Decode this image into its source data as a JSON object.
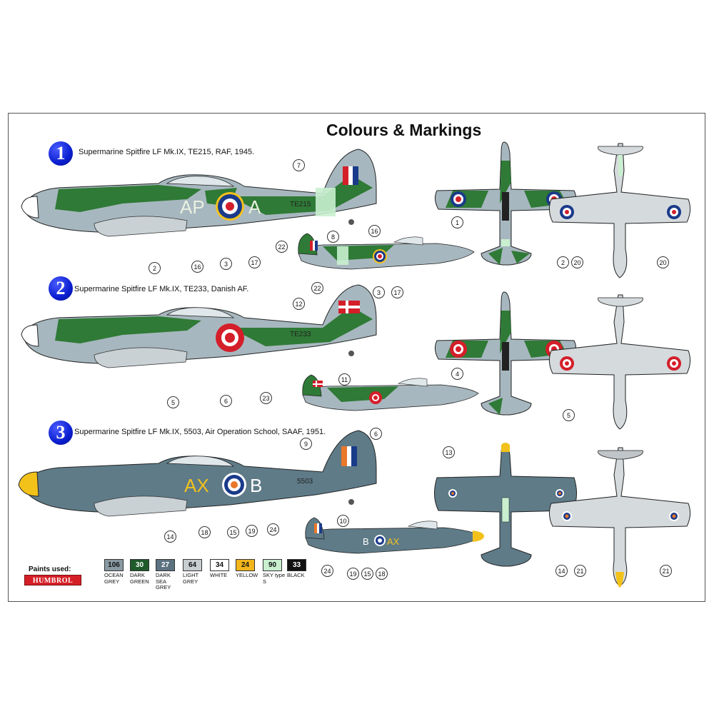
{
  "title": "Colours & Markings",
  "profiles": [
    {
      "number": "1",
      "caption": "Supermarine Spitfire LF Mk.IX, TE215, RAF, 1945.",
      "codes": "AP",
      "code_end": "A",
      "serial": "TE215"
    },
    {
      "number": "2",
      "caption": "Supermarine Spitfire LF Mk.IX, TE233, Danish AF.",
      "serial": "TE233"
    },
    {
      "number": "3",
      "caption": "Supermarine Spitfire LF Mk.IX, 5503, Air Operation School, SAAF, 1951.",
      "codes": "AX",
      "code_end": "B",
      "serial": "5503",
      "small_codes": "B",
      "small_code_end": "AX"
    }
  ],
  "callouts": {
    "c1": "1",
    "c2": "2",
    "c3": "3",
    "c4": "4",
    "c5": "5",
    "c6": "6",
    "c7": "7",
    "c8": "8",
    "c9": "9",
    "c10": "10",
    "c11": "11",
    "c12": "12",
    "c13": "13",
    "c14": "14",
    "c15": "15",
    "c16": "16",
    "c17": "17",
    "c18": "18",
    "c19": "19",
    "c20": "20",
    "c21": "21",
    "c22": "22",
    "c23": "23",
    "c24": "24"
  },
  "paints": {
    "label": "Paints used:",
    "brand": "HUMBROL",
    "items": [
      {
        "code": "106",
        "name": "OCEAN GREY",
        "color": "#8a9aa3"
      },
      {
        "code": "30",
        "name": "DARK GREEN",
        "color": "#1f5a2a"
      },
      {
        "code": "27",
        "name": "DARK SEA GREY",
        "color": "#5c7280"
      },
      {
        "code": "64",
        "name": "LIGHT GREY",
        "color": "#c8cdd0"
      },
      {
        "code": "34",
        "name": "WHITE",
        "color": "#ffffff"
      },
      {
        "code": "24",
        "name": "YELLOW",
        "color": "#f2b51b"
      },
      {
        "code": "90",
        "name": "SKY type S",
        "color": "#c9efcf"
      },
      {
        "code": "33",
        "name": "BLACK",
        "color": "#111111"
      }
    ]
  },
  "colors": {
    "green": "#2f7a36",
    "grey": "#a7b7bf",
    "sea_grey": "#5f7b88",
    "light_grey": "#d5dadd",
    "red": "#d41e2a",
    "blue": "#1a3a8a",
    "yellow": "#f2c21b"
  }
}
